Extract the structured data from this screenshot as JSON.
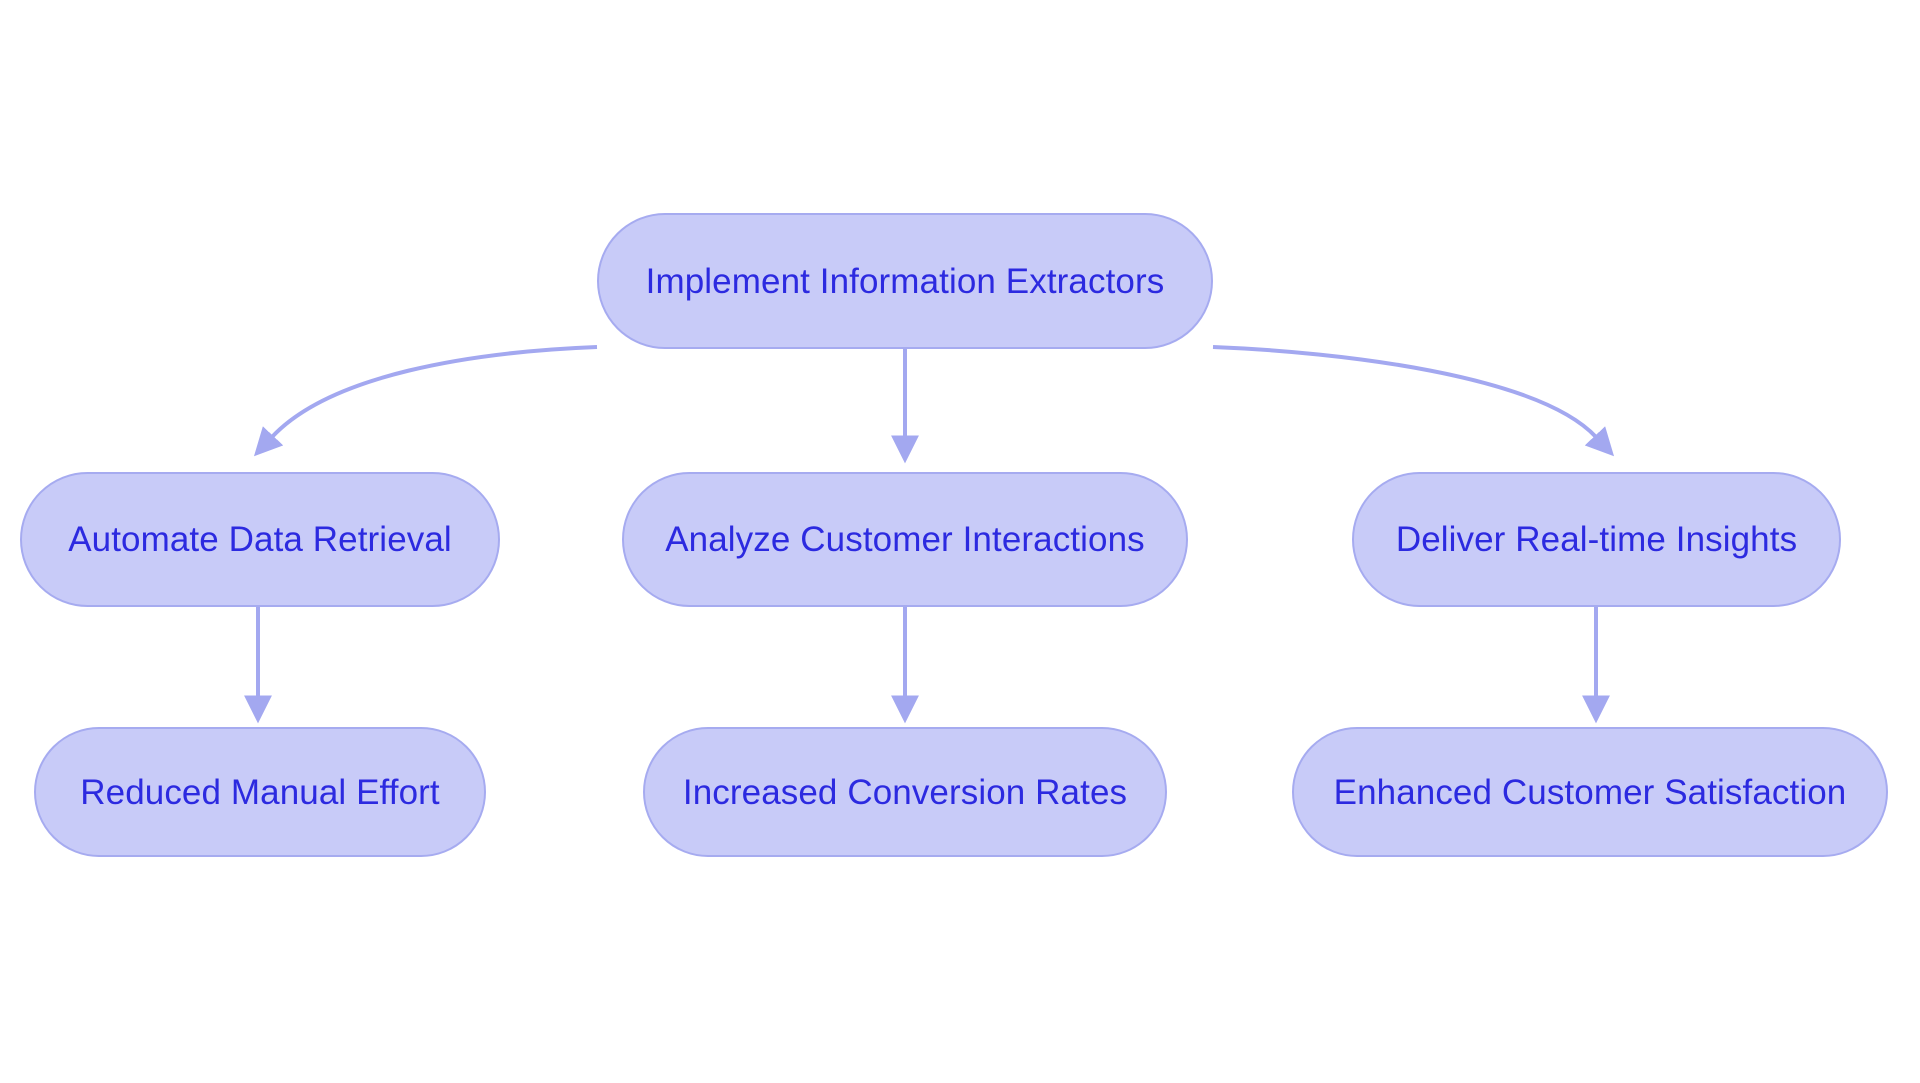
{
  "diagram": {
    "type": "flowchart",
    "direction": "top-down",
    "background_color": "#ffffff",
    "node_fill_color": "#c8cbf8",
    "node_border_color": "#a6abf0",
    "node_text_color": "#2c2ae0",
    "edge_color": "#a3a8f0",
    "nodes": [
      {
        "id": "root",
        "label": "Implement Information Extractors",
        "level": 1
      },
      {
        "id": "automate",
        "label": "Automate Data Retrieval",
        "level": 2
      },
      {
        "id": "analyze",
        "label": "Analyze Customer Interactions",
        "level": 2
      },
      {
        "id": "deliver",
        "label": "Deliver Real-time Insights",
        "level": 2
      },
      {
        "id": "reduced",
        "label": "Reduced Manual Effort",
        "level": 3
      },
      {
        "id": "increased",
        "label": "Increased Conversion Rates",
        "level": 3
      },
      {
        "id": "enhanced",
        "label": "Enhanced Customer Satisfaction",
        "level": 3
      }
    ],
    "edges": [
      {
        "from": "root",
        "to": "automate",
        "style": "curved",
        "arrow": "triangle"
      },
      {
        "from": "root",
        "to": "analyze",
        "style": "straight",
        "arrow": "triangle"
      },
      {
        "from": "root",
        "to": "deliver",
        "style": "curved",
        "arrow": "triangle"
      },
      {
        "from": "automate",
        "to": "reduced",
        "style": "straight",
        "arrow": "triangle"
      },
      {
        "from": "analyze",
        "to": "increased",
        "style": "straight",
        "arrow": "triangle"
      },
      {
        "from": "deliver",
        "to": "enhanced",
        "style": "straight",
        "arrow": "triangle"
      }
    ]
  }
}
